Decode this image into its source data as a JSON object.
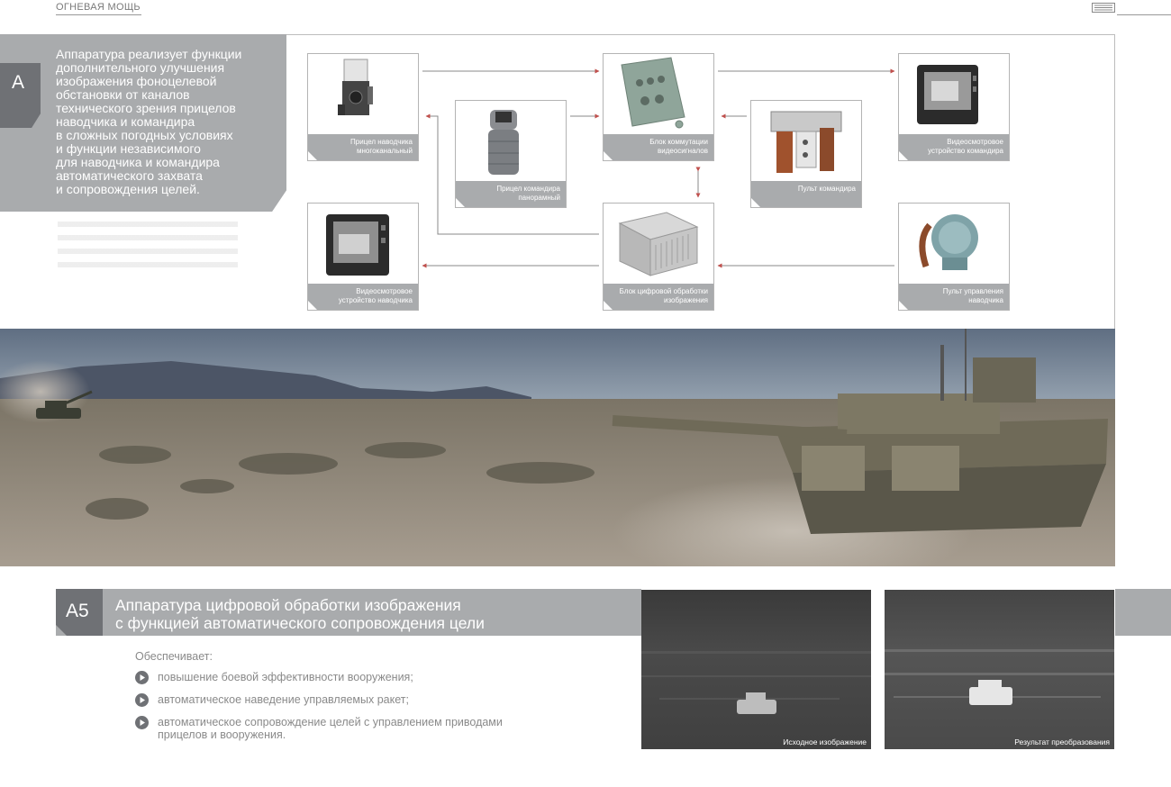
{
  "header": {
    "title": "ОГНЕВАЯ МОЩЬ"
  },
  "intro": {
    "tab_label": "А",
    "lines": [
      "Аппаратура реализует функции",
      "дополнительного улучшения",
      "изображения фоноцелевой",
      "обстановки от каналов",
      "технического зрения прицелов",
      "наводчика и командира",
      "в сложных погодных условиях",
      "и функции независимого",
      "для наводчика и командира",
      "автоматического захвата",
      "и сопровождения целей."
    ]
  },
  "diagram": {
    "gunner_sight": [
      "Прицел наводчика",
      "многоканальный"
    ],
    "commander_sight": [
      "Прицел командира",
      "панорамный"
    ],
    "video_switch": [
      "Блок коммутации",
      "видеосигналов"
    ],
    "commander_panel": [
      "Пульт командира"
    ],
    "commander_monitor": [
      "Видеосмотровое",
      "устройство командира"
    ],
    "gunner_monitor": [
      "Видеосмотровое",
      "устройство наводчика"
    ],
    "digital_unit": [
      "Блок цифровой обработки",
      "изображения"
    ],
    "gunner_panel": [
      "Пульт управления",
      "наводчика"
    ]
  },
  "section_a5": {
    "tab_label": "А5",
    "title_lines": [
      "Аппаратура цифровой обработки изображения",
      "с функцией автоматического сопровождения цели"
    ],
    "provides_label": "Обеспечивает:",
    "bullets": [
      [
        "повышение боевой эффективности вооружения;"
      ],
      [
        "автоматическое наведение управляемых ракет;"
      ],
      [
        "автоматическое сопровождение целей с управлением приводами",
        "прицелов и вооружения."
      ]
    ]
  },
  "thermal": {
    "original_caption": "Исходное изображение",
    "result_caption": "Результат преобразования"
  },
  "colors": {
    "panel_gray": "#a9abad",
    "tab_dark": "#6f7175",
    "arrow_red": "#c0504d"
  }
}
